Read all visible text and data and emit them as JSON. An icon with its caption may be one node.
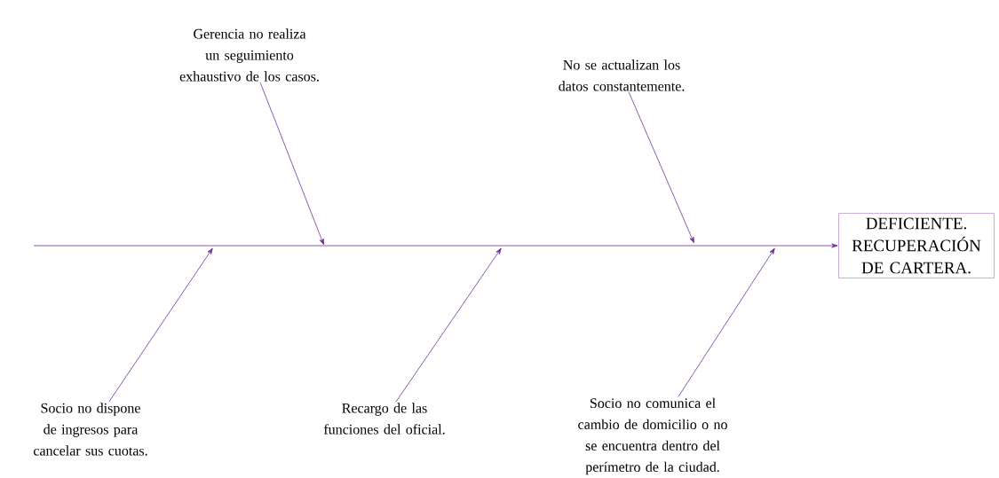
{
  "diagram": {
    "nodes": [
      {
        "text": [
          "Gerencia no realiza un seguimiento exhaustivo de los casos."
        ]
      },
      {
        "text": [
          "No se actualizan los datos constantemente."
        ]
      },
      {
        "text": [
          "Socio no dispone de ingresos para cancelar sus cuotas."
        ]
      },
      {
        "text": [
          "Recargo de las funciones del oficial."
        ]
      },
      {
        "text": [
          "Socio no comunica el cambio de domicilio o no se encuentra dentro del perímetro de la ciudad."
        ]
      },
      {
        "text": [
          "DEFICIENTE. RECUPERACIÓN DE CARTERA."
        ]
      }
    ],
    "edges": [
      {
        "from": null,
        "to": 5,
        "arrow": "to"
      },
      {
        "from": 0,
        "to": null,
        "arrow": "to"
      },
      {
        "from": 1,
        "to": null,
        "arrow": "to"
      },
      {
        "from": 2,
        "to": null,
        "arrow": "to"
      },
      {
        "from": 3,
        "to": null,
        "arrow": "to"
      },
      {
        "from": 4,
        "to": null,
        "arrow": "to"
      }
    ]
  }
}
